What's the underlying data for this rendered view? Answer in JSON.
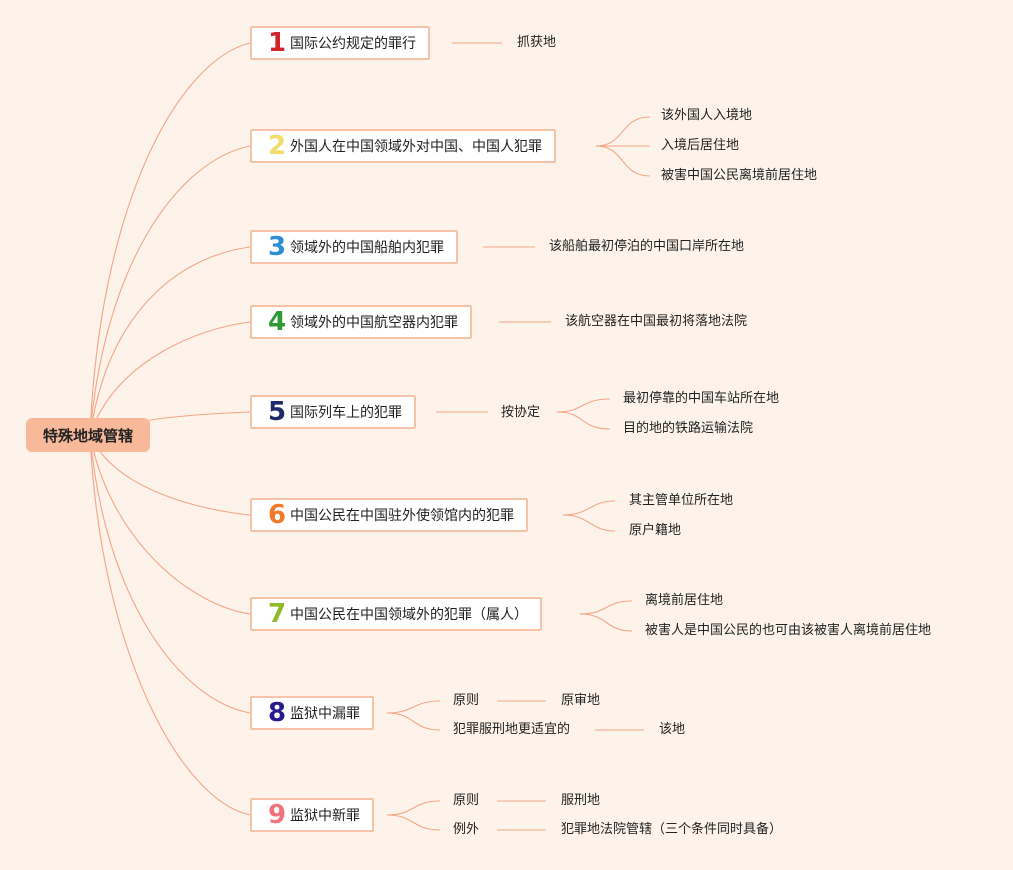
{
  "root": "特殊地域管辖",
  "topics": [
    {
      "num": "1",
      "color": "#d2232a",
      "label": "国际公约规定的罪行",
      "children": [
        "抓获地"
      ]
    },
    {
      "num": "2",
      "color": "#f2dc6a",
      "label": "外国人在中国领域外对中国、中国人犯罪",
      "children": [
        "该外国人入境地",
        "入境后居住地",
        "被害中国公民离境前居住地"
      ]
    },
    {
      "num": "3",
      "color": "#2b8fd6",
      "label": "领域外的中国船舶内犯罪",
      "children": [
        "该船舶最初停泊的中国口岸所在地"
      ]
    },
    {
      "num": "4",
      "color": "#2f9a35",
      "label": "领域外的中国航空器内犯罪",
      "children": [
        "该航空器在中国最初将落地法院"
      ]
    },
    {
      "num": "5",
      "color": "#1d2a6b",
      "label": "国际列车上的犯罪",
      "mid": "按协定",
      "children": [
        "最初停靠的中国车站所在地",
        "目的地的铁路运输法院"
      ]
    },
    {
      "num": "6",
      "color": "#f07a2a",
      "label": "中国公民在中国驻外使领馆内的犯罪",
      "children": [
        "其主管单位所在地",
        "原户籍地"
      ]
    },
    {
      "num": "7",
      "color": "#8fba2a",
      "label": "中国公民在中国领域外的犯罪（属人）",
      "children": [
        "离境前居住地",
        "被害人是中国公民的也可由该被害人离境前居住地"
      ]
    },
    {
      "num": "8",
      "color": "#2a1a8f",
      "label": "监狱中漏罪",
      "pairs": [
        {
          "left": "原则",
          "right": "原审地"
        },
        {
          "left": "犯罪服刑地更适宜的",
          "right": "该地"
        }
      ]
    },
    {
      "num": "9",
      "color": "#f0737a",
      "label": "监狱中新罪",
      "pairs": [
        {
          "left": "原则",
          "right": "服刑地"
        },
        {
          "left": "例外",
          "right": "犯罪地法院管辖（三个条件同时具备）"
        }
      ]
    }
  ]
}
